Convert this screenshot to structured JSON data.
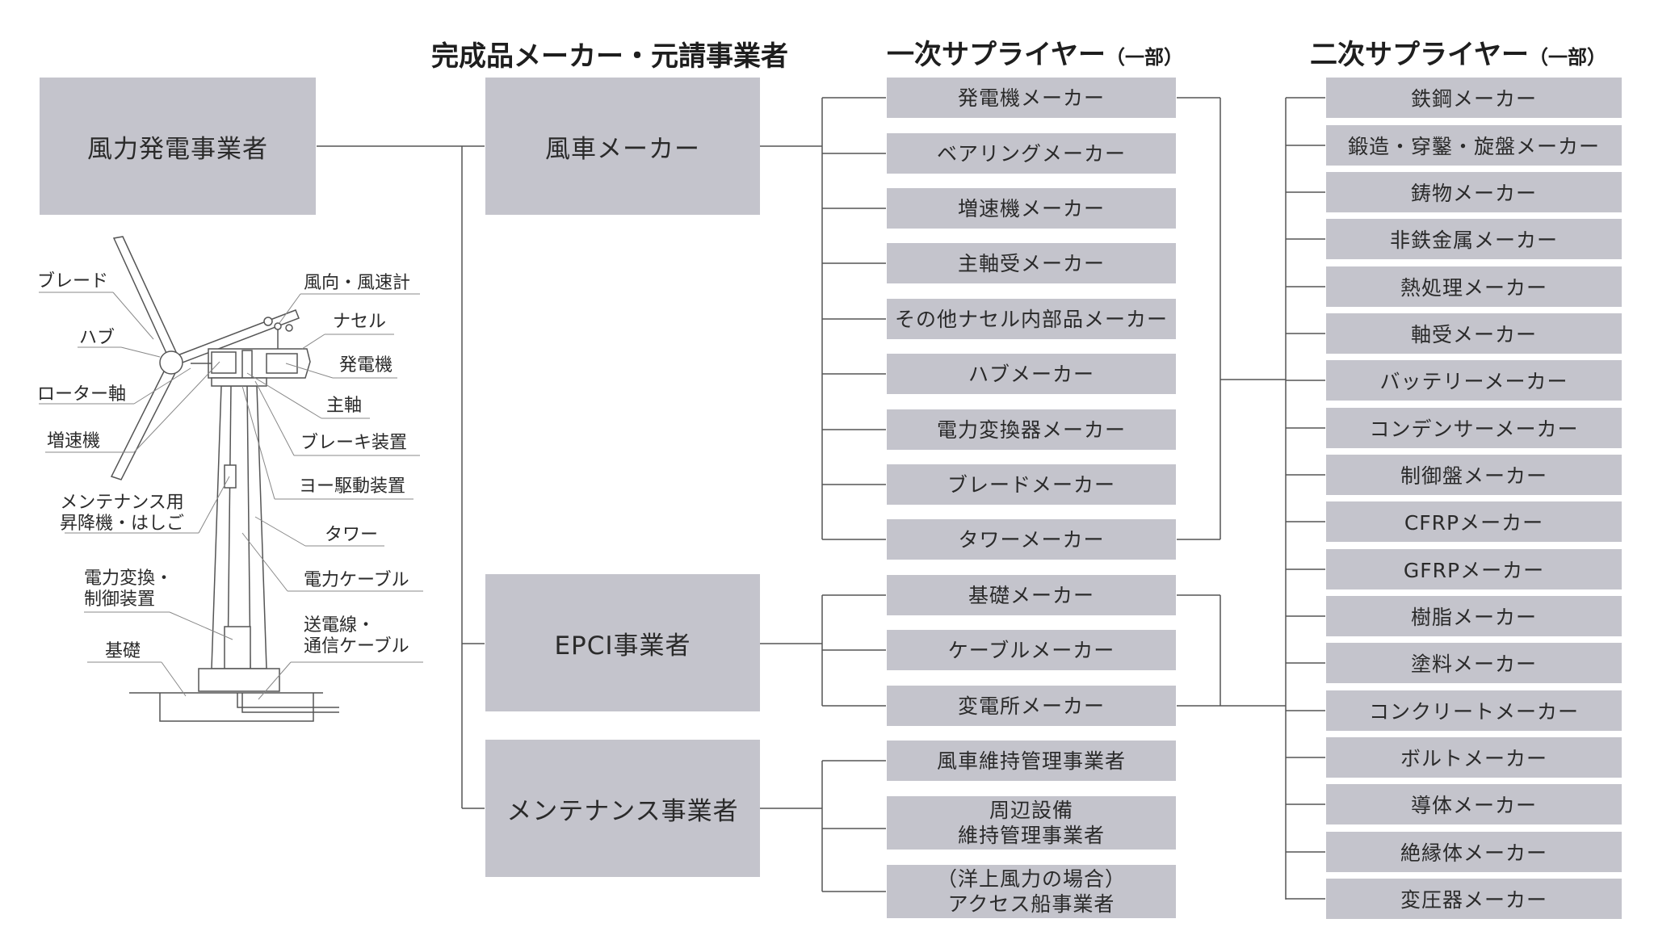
{
  "headers": {
    "main": "完成品メーカー・元請事業者",
    "tier1": "一次サプライヤー",
    "tier1_note": "（一部）",
    "tier2": "二次サプライヤー",
    "tier2_note": "（一部）"
  },
  "operator": "風力発電事業者",
  "prime": [
    "風車メーカー",
    "EPCI事業者",
    "メンテナンス事業者"
  ],
  "tier1": [
    "発電機メーカー",
    "ベアリングメーカー",
    "増速機メーカー",
    "主軸受メーカー",
    "その他ナセル内部品メーカー",
    "ハブメーカー",
    "電力変換器メーカー",
    "ブレードメーカー",
    "タワーメーカー",
    "基礎メーカー",
    "ケーブルメーカー",
    "変電所メーカー",
    "風車維持管理事業者",
    "周辺設備\n維持管理事業者",
    "（洋上風力の場合）\nアクセス船事業者"
  ],
  "tier2": [
    "鉄鋼メーカー",
    "鍛造・穿鑿・旋盤メーカー",
    "鋳物メーカー",
    "非鉄金属メーカー",
    "熱処理メーカー",
    "軸受メーカー",
    "バッテリーメーカー",
    "コンデンサーメーカー",
    "制御盤メーカー",
    "CFRPメーカー",
    "GFRPメーカー",
    "樹脂メーカー",
    "塗料メーカー",
    "コンクリートメーカー",
    "ボルトメーカー",
    "導体メーカー",
    "絶縁体メーカー",
    "変圧器メーカー"
  ],
  "turbine_labels": {
    "blade": "ブレード",
    "hub": "ハブ",
    "rotor_shaft": "ローター軸",
    "gearbox": "増速機",
    "maint_lift": "メンテナンス用\n昇降機・はしご",
    "converter": "電力変換・\n制御装置",
    "foundation": "基礎",
    "anemometer": "風向・風速計",
    "nacelle": "ナセル",
    "generator": "発電機",
    "main_shaft": "主軸",
    "brake": "ブレーキ装置",
    "yaw": "ヨー駆動装置",
    "tower": "タワー",
    "power_cable": "電力ケーブル",
    "transmission": "送電線・\n通信ケーブル"
  }
}
